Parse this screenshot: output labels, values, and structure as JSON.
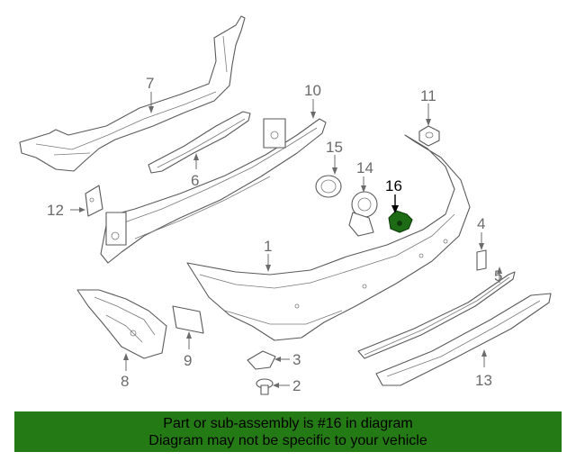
{
  "callouts": {
    "c1": "1",
    "c2": "2",
    "c3": "3",
    "c4": "4",
    "c5": "5",
    "c6": "6",
    "c7": "7",
    "c8": "8",
    "c9": "9",
    "c10": "10",
    "c11": "11",
    "c12": "12",
    "c13": "13",
    "c14": "14",
    "c15": "15",
    "c16": "16"
  },
  "highlighted_part": "16",
  "colors": {
    "highlight": "#1e6b16",
    "banner": "#247a14"
  },
  "banner": {
    "line1": "Part or sub-assembly is #16 in diagram",
    "line2": "Diagram may not be specific to your vehicle"
  }
}
